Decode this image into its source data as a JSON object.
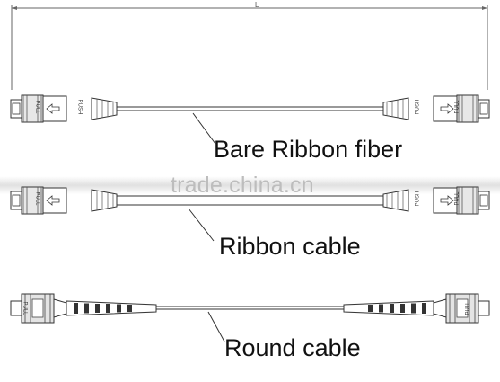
{
  "dimension": {
    "label": "L"
  },
  "watermark": {
    "text": "trade.china.cn"
  },
  "connectors": {
    "pull_text": "PULL",
    "push_text": "PUSH"
  },
  "cables": [
    {
      "id": "bare",
      "label": "Bare Ribbon fiber"
    },
    {
      "id": "ribbon",
      "label": "Ribbon cable"
    },
    {
      "id": "round",
      "label": "Round cable"
    }
  ]
}
